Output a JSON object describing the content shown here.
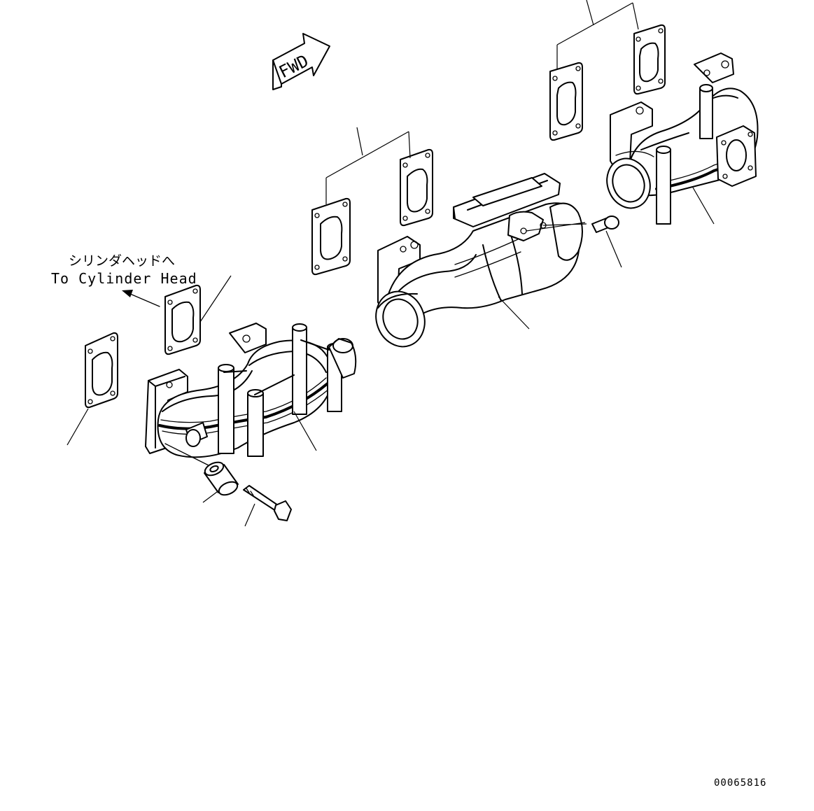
{
  "direction_arrow": {
    "label": "FWD"
  },
  "annotation": {
    "label_jp": "シリンダヘッドへ",
    "label_en": "To Cylinder Head"
  },
  "figure_number": "00065816"
}
